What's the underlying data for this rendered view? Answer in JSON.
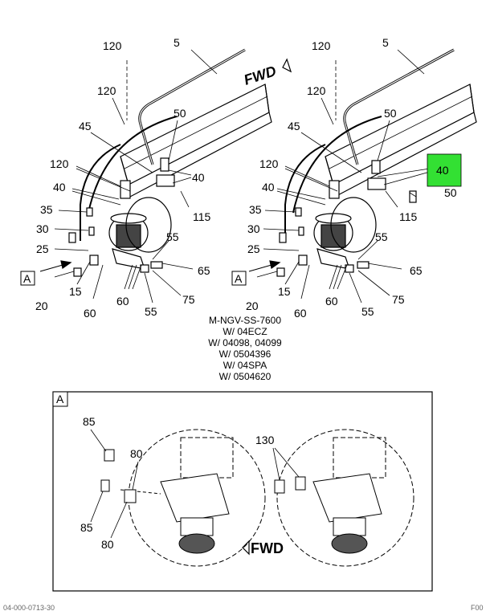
{
  "left_view": {
    "callouts": [
      "120",
      "5",
      "120",
      "50",
      "45",
      "120",
      "40",
      "40",
      "35",
      "30",
      "25",
      "15",
      "20",
      "60",
      "60",
      "55",
      "55",
      "65",
      "75",
      "115"
    ],
    "fwd_label": "FWD",
    "view_tag": "A"
  },
  "right_view": {
    "callouts": [
      "120",
      "5",
      "120",
      "50",
      "45",
      "120",
      "40",
      "35",
      "30",
      "25",
      "15",
      "20",
      "60",
      "60",
      "55",
      "55",
      "65",
      "75",
      "115",
      "50"
    ],
    "highlight_callout": "40",
    "highlight_color": "#33e033",
    "view_tag": "A"
  },
  "notes": [
    "M-NGV-SS-7600",
    "W/ 04ECZ",
    "W/ 04098, 04099",
    "W/ 0504396",
    "W/ 04SPA",
    "W/ 0504620"
  ],
  "detail": {
    "tag": "A",
    "callouts": [
      "85",
      "80",
      "85",
      "80",
      "130"
    ],
    "fwd_label": "FWD"
  },
  "footer": {
    "left": "04-000-0713-30",
    "right": "F00"
  }
}
